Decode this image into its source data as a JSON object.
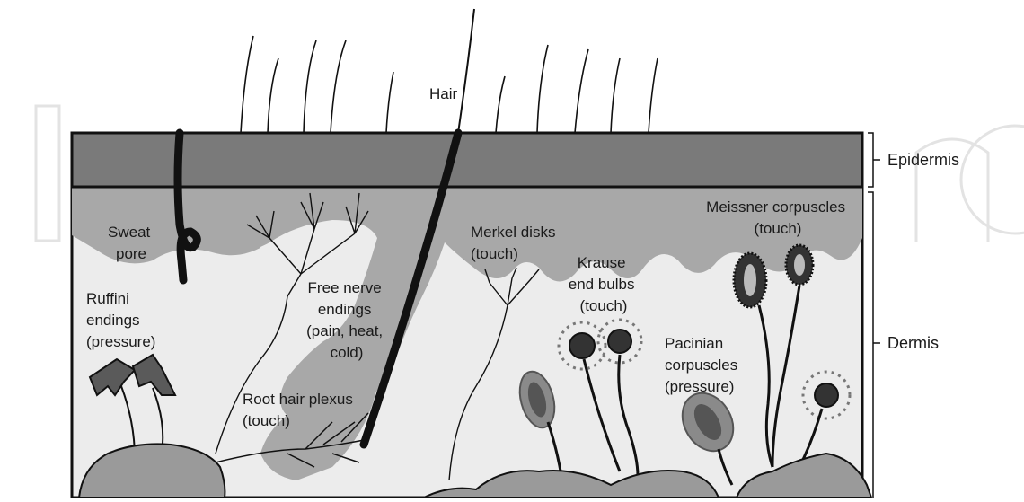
{
  "layers": {
    "epidermis": "Epidermis",
    "dermis": "Dermis"
  },
  "labels": {
    "hair": "Hair",
    "sweat_pore": [
      "Sweat",
      "pore"
    ],
    "ruffini": [
      "Ruffini",
      "endings",
      "(pressure)"
    ],
    "free_nerve": [
      "Free nerve",
      "endings",
      "(pain, heat,",
      "cold)"
    ],
    "root_hair": [
      "Root hair plexus",
      "(touch)"
    ],
    "merkel": [
      "Merkel disks",
      "(touch)"
    ],
    "krause": [
      "Krause",
      "end bulbs",
      "(touch)"
    ],
    "pacinian": [
      "Pacinian",
      "corpuscles",
      "(pressure)"
    ],
    "meissner": [
      "Meissner corpuscles",
      "(touch)"
    ]
  },
  "colors": {
    "epidermis": "#7a7a7a",
    "dermis_light": "#ececec",
    "dermis_dark": "#a8a8a8",
    "tissue": "#9a9a9a",
    "nerve": "#111111",
    "watermark": "#e6e6e6"
  }
}
